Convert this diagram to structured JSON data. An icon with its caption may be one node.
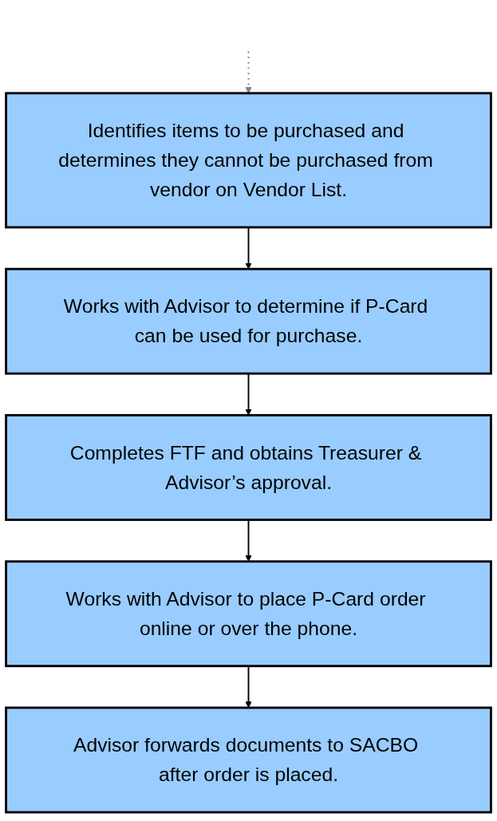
{
  "diagram": {
    "nodes": [
      {
        "text": [
          "Identifies items to be purchased and determines they cannot be purchased from vendor on Vendor List."
        ]
      },
      {
        "text": [
          "Works with Advisor to determine if P-Card can be used for purchase."
        ]
      },
      {
        "text": [
          "Completes FTF and obtains Treasurer & Advisor’s approval."
        ]
      },
      {
        "text": [
          "Works with Advisor to place P-Card order online or over the phone."
        ]
      },
      {
        "text": [
          "Advisor forwards documents to SACBO after order is placed."
        ]
      }
    ],
    "edges": [
      {
        "from": null,
        "to": 0,
        "arrow": "to",
        "style": "dashed",
        "color": "#808080"
      },
      {
        "from": 0,
        "to": 1,
        "arrow": "to"
      },
      {
        "from": 1,
        "to": 2,
        "arrow": "to"
      },
      {
        "from": 2,
        "to": 3,
        "arrow": "to"
      },
      {
        "from": 3,
        "to": 4,
        "arrow": "to"
      }
    ]
  }
}
